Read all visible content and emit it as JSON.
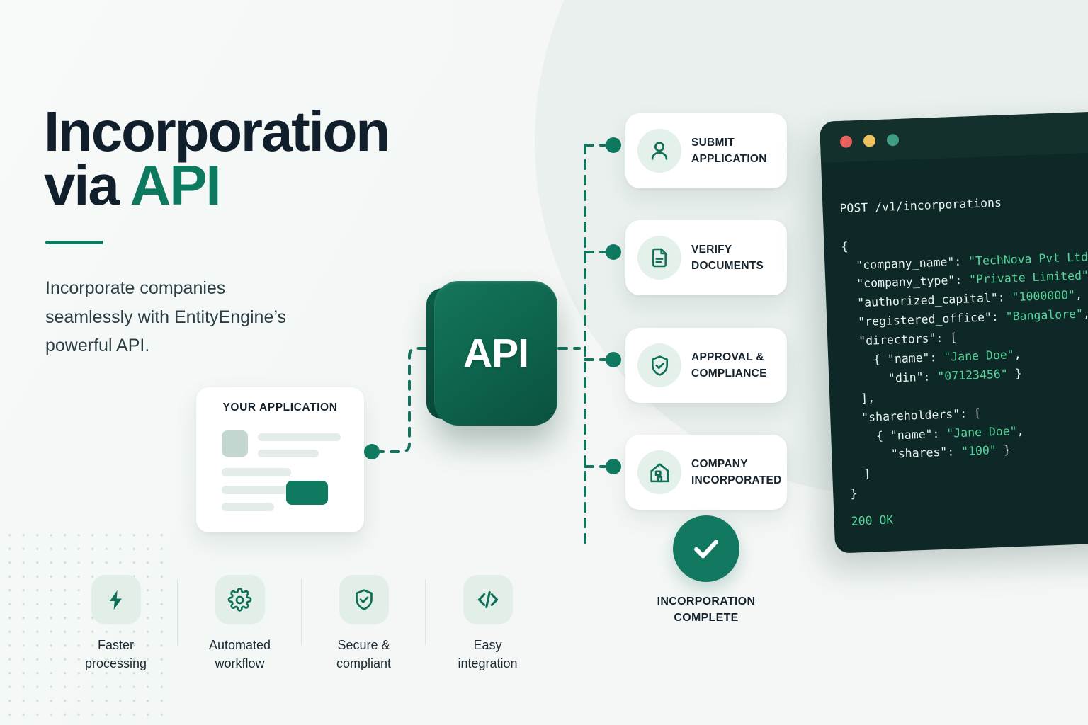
{
  "theme": {
    "bg": "#f4f7f6",
    "accent_green": "#0f7a60",
    "deep_navy": "#101f2b",
    "code_bg": "#0d2826",
    "code_value_green": "#55d49a",
    "icon_bubble": "#e4f0ea"
  },
  "hero": {
    "title_line1": "Incorporation",
    "title_line2_prefix": "via ",
    "title_line2_accent": "API",
    "subtitle": "Incorporate companies seamlessly with EntityEngine’s powerful API."
  },
  "application_card": {
    "title": "YOUR APPLICATION"
  },
  "api_node": {
    "label": "API"
  },
  "steps": [
    {
      "label": "SUBMIT\nAPPLICATION",
      "icon": "user-icon"
    },
    {
      "label": "VERIFY\nDOCUMENTS",
      "icon": "document-icon"
    },
    {
      "label": "APPROVAL &\nCOMPLIANCE",
      "icon": "shield-check-icon"
    },
    {
      "label": "COMPANY\nINCORPORATED",
      "icon": "building-icon"
    }
  ],
  "complete": {
    "label": "INCORPORATION\nCOMPLETE",
    "icon": "check-circle-icon"
  },
  "code_window": {
    "traffic_lights": [
      "red",
      "yellow",
      "green"
    ],
    "request_line": "POST /v1/incorporations",
    "lines": [
      {
        "text": "{"
      },
      {
        "key": "  \"company_name\": ",
        "value": "\"TechNova Pvt Ltd\"",
        "tail": ","
      },
      {
        "key": "  \"company_type\": ",
        "value": "\"Private Limited\"",
        "tail": ","
      },
      {
        "key": "  \"authorized_capital\": ",
        "value": "\"1000000\"",
        "tail": ","
      },
      {
        "key": "  \"registered_office\": ",
        "value": "\"Bangalore\"",
        "tail": ","
      },
      {
        "key": "  \"directors\": ["
      },
      {
        "key": "    { \"name\": ",
        "value": "\"Jane Doe\"",
        "tail": ","
      },
      {
        "key": "      \"din\": ",
        "value": "\"07123456\"",
        "tail": " }"
      },
      {
        "key": "  ],"
      },
      {
        "key": "  \"shareholders\": ["
      },
      {
        "key": "    { \"name\": ",
        "value": "\"Jane Doe\"",
        "tail": ","
      },
      {
        "key": "      \"shares\": ",
        "value": "\"100\"",
        "tail": " }"
      },
      {
        "key": "  ]"
      },
      {
        "key": "}"
      }
    ],
    "status": "200 OK"
  },
  "features": [
    {
      "label": "Faster\nprocessing",
      "icon": "bolt-icon"
    },
    {
      "label": "Automated\nworkflow",
      "icon": "gear-icon"
    },
    {
      "label": "Secure &\ncompliant",
      "icon": "shield-check-icon"
    },
    {
      "label": "Easy\nintegration",
      "icon": "code-brackets-icon"
    }
  ]
}
